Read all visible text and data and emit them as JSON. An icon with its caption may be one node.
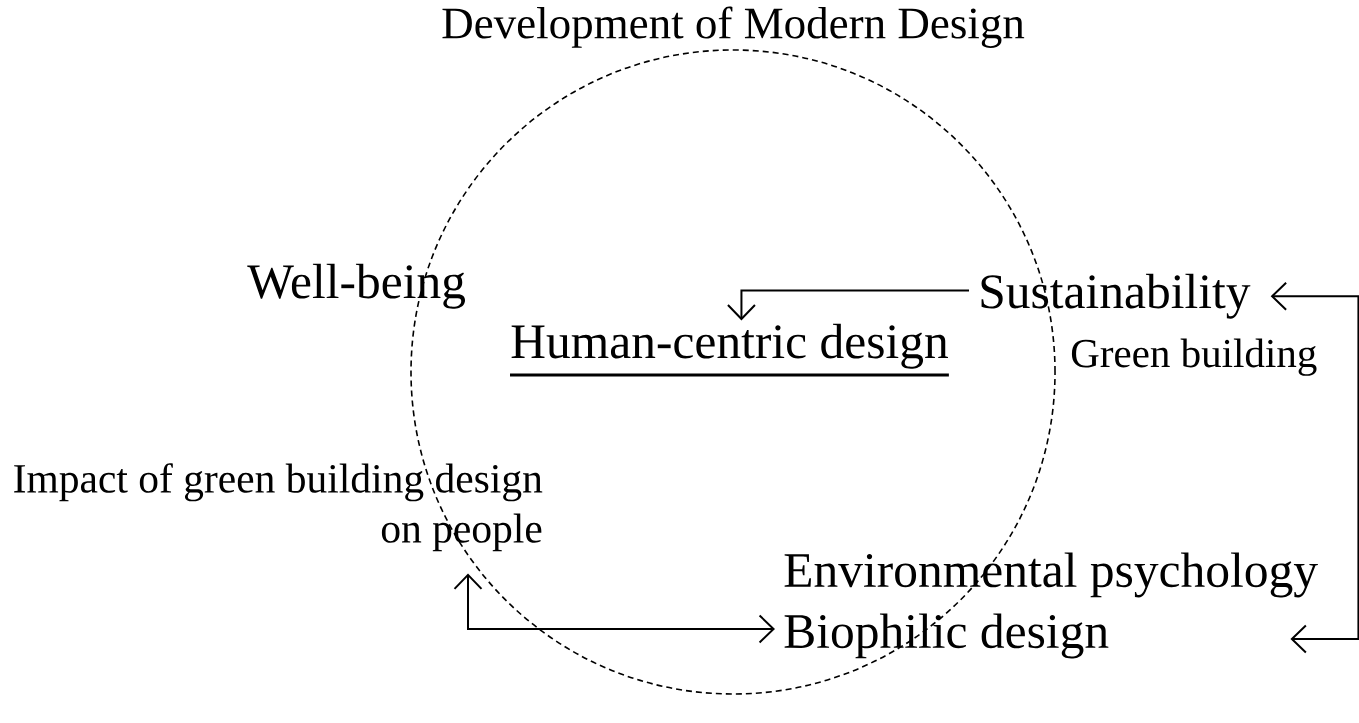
{
  "diagram": {
    "nodes": [
      {
        "text": [
          "Development of Modern Design"
        ]
      },
      {
        "text": [
          "Sustainability"
        ],
        "beside": [
          "Green building"
        ]
      },
      {
        "text": [
          "Human-centric design"
        ],
        "in": 0
      },
      {
        "text": [
          "Impact of green building design on people"
        ]
      },
      {
        "text": [
          "Environmental psychology",
          "Biophilic design"
        ]
      }
    ],
    "edges": [
      {
        "from": 1,
        "to": 2,
        "arrow": "to"
      },
      {
        "from": 3,
        "to": 4,
        "arrow": "both"
      },
      {
        "from": 1,
        "to": 4,
        "arrow": "both"
      }
    ],
    "labels": [
      "Well-being"
    ]
  }
}
